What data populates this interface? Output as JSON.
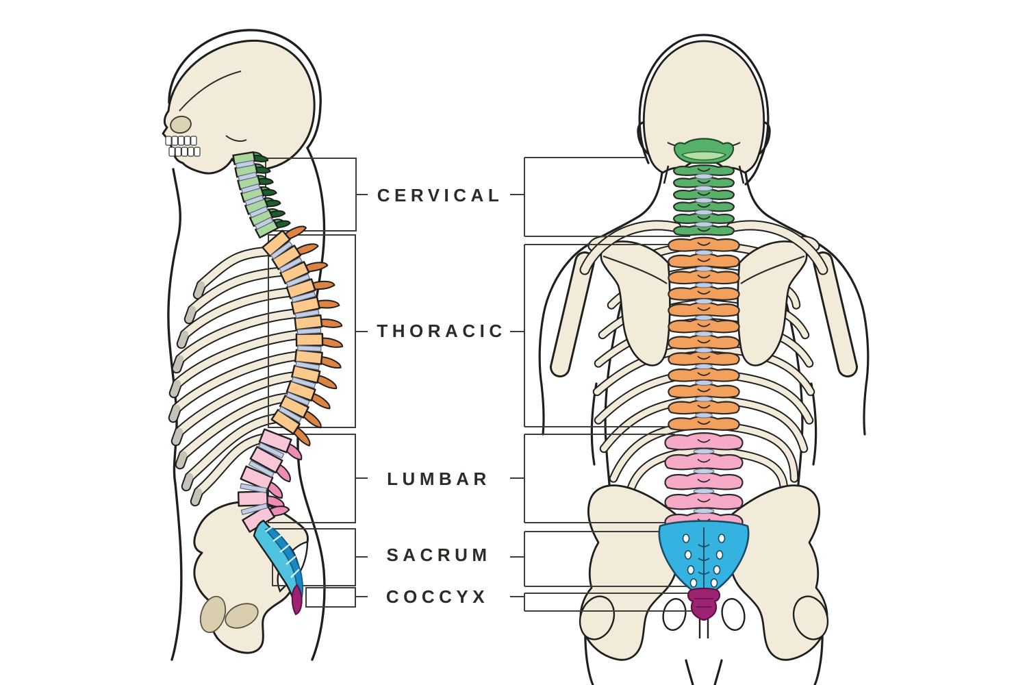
{
  "labels": {
    "cervical": "CERVICAL",
    "thoracic": "THORACIC",
    "lumbar": "LUMBAR",
    "sacrum": "SACRUM",
    "coccyx": "COCCYX"
  },
  "regions": [
    {
      "id": "cervical",
      "label": "CERVICAL",
      "vertebrae": 7,
      "color_light": "#a9d79d",
      "color_main": "#58b169",
      "color_dark": "#1a5f2c"
    },
    {
      "id": "thoracic",
      "label": "THORACIC",
      "vertebrae": 12,
      "color_light": "#fbc98c",
      "color_main": "#f2a05c",
      "color_dark": "#dd8443"
    },
    {
      "id": "lumbar",
      "label": "LUMBAR",
      "vertebrae": 5,
      "color_light": "#f9c6d8",
      "color_main": "#f6aac7",
      "color_dark": "#ec8db5"
    },
    {
      "id": "sacrum",
      "label": "SACRUM",
      "color_light": "#4fc2e0",
      "color_main": "#35b3e0",
      "color_dark": "#1b87c0"
    },
    {
      "id": "coccyx",
      "label": "COCCYX",
      "color_main": "#9c2272",
      "color_dark": "#5e1145"
    }
  ],
  "palette": {
    "background": "#ffffff",
    "bone": "#f2ebd9",
    "bone_shadow": "#d9cfae",
    "cartilage": "#c6c2b8",
    "disc": "#c3cde3",
    "disc_stroke": "#5c6678",
    "outline": "#1f1f1f",
    "leader": "#3f3d3a",
    "label_text": "#2e2b27"
  }
}
